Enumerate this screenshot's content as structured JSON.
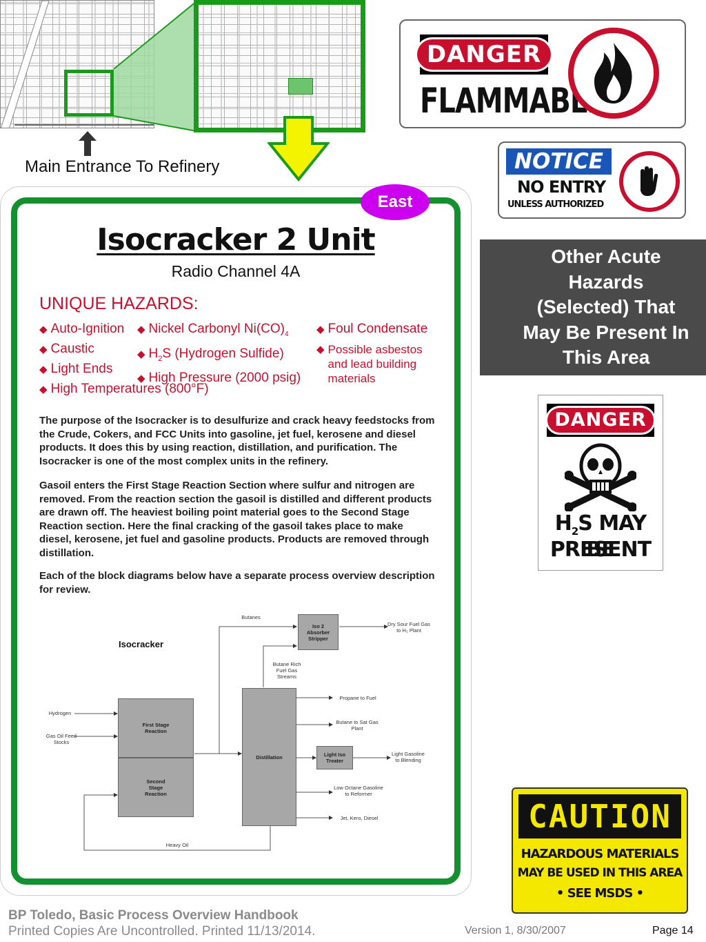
{
  "map": {
    "entrance_label": "Main Entrance To Refinery"
  },
  "compass": {
    "east": "East"
  },
  "poster": {
    "title": "Isocracker 2 Unit",
    "radio": "Radio Channel 4A",
    "hazards_heading": "UNIQUE HAZARDS:",
    "hazards_col1": [
      "Auto-Ignition",
      "Caustic",
      "Light Ends",
      "High Temperatures (800°F)"
    ],
    "hazards_col2_nickel": "Nickel Carbonyl Ni(CO)",
    "hazards_col2_nickel_sub": "4",
    "hazards_col2_h2s_pre": "H",
    "hazards_col2_h2s_sub": "2",
    "hazards_col2_h2s_post": "S (Hydrogen Sulfide)",
    "hazards_col2_pressure": "High Pressure (2000 psig)",
    "hazards_col3": [
      "Foul Condensate",
      "Possible asbestos and lead building materials"
    ],
    "paragraphs": [
      "The purpose of the Isocracker is to desulfurize and crack heavy feedstocks from the Crude, Cokers, and FCC Units into gasoline, jet fuel, kerosene and diesel products. It does this by using reaction, distillation, and purification. The Isocracker is one of the most complex units in the refinery.",
      "Gasoil enters the First Stage Reaction Section where sulfur and nitrogen are removed. From the reaction section the gasoil is distilled and different products are drawn off. The heaviest boiling point material goes to the Second Stage Reaction section. Here the final cracking of the gasoil takes place to make diesel, kerosene, jet fuel and gasoline products. Products are removed through distillation.",
      "Each of the block diagrams below have a separate process overview description for review."
    ]
  },
  "diagram": {
    "title": "Isocracker",
    "blocks": {
      "first_stage": "First Stage Reaction",
      "second_stage": "Second Stage Reaction",
      "distillation": "Distillation",
      "absorber": "Iso 2 Absorber Stripper",
      "light_iso": "Light Iso Treater"
    },
    "labels": {
      "hydrogen": "Hydrogen",
      "gas_oil": "Gas Oil Feed Stocks",
      "butanes": "Butanes",
      "butane_rich": "Butane Rich Fuel Gas Streams",
      "dry_sour": "Dry Sour Fuel Gas to H₂ Plant",
      "propane": "Propane to Fuel",
      "butane_sat": "Butane to Sat Gas Plant",
      "light_gasoline": "Light Gasoline to Blending",
      "low_octane": "Low Octane Gasoline to Reformer",
      "jet": "Jet, Kero, Diesel",
      "heavy_oil": "Heavy Oil"
    }
  },
  "signs": {
    "flammable": {
      "badge": "DANGER",
      "word": "FLAMMABLE"
    },
    "notice": {
      "badge": "NOTICE",
      "line1": "NO ENTRY",
      "line2": "UNLESS AUTHORIZED"
    },
    "h2s": {
      "badge": "DANGER",
      "line1_pre": "H",
      "line1_sub": "2",
      "line1_post": "S MAY BE",
      "line2": "PRESENT"
    },
    "caution": {
      "badge": "CAUTION",
      "line1": "HAZARDOUS MATERIALS",
      "line2": "MAY BE USED IN THIS AREA",
      "line3": "• SEE MSDS •"
    }
  },
  "callout": {
    "text": "Other Acute Hazards (Selected) That May Be Present In This Area"
  },
  "footer": {
    "title": "BP Toledo, Basic Process Overview Handbook",
    "printed": "Printed Copies Are Uncontrolled. Printed 11/13/2014.",
    "version": "Version 1, 8/30/2007",
    "page": "Page 14"
  },
  "colors": {
    "green": "#13912e",
    "red": "#c8102e",
    "yellow": "#f5e800",
    "magenta": "#cc00ee"
  }
}
